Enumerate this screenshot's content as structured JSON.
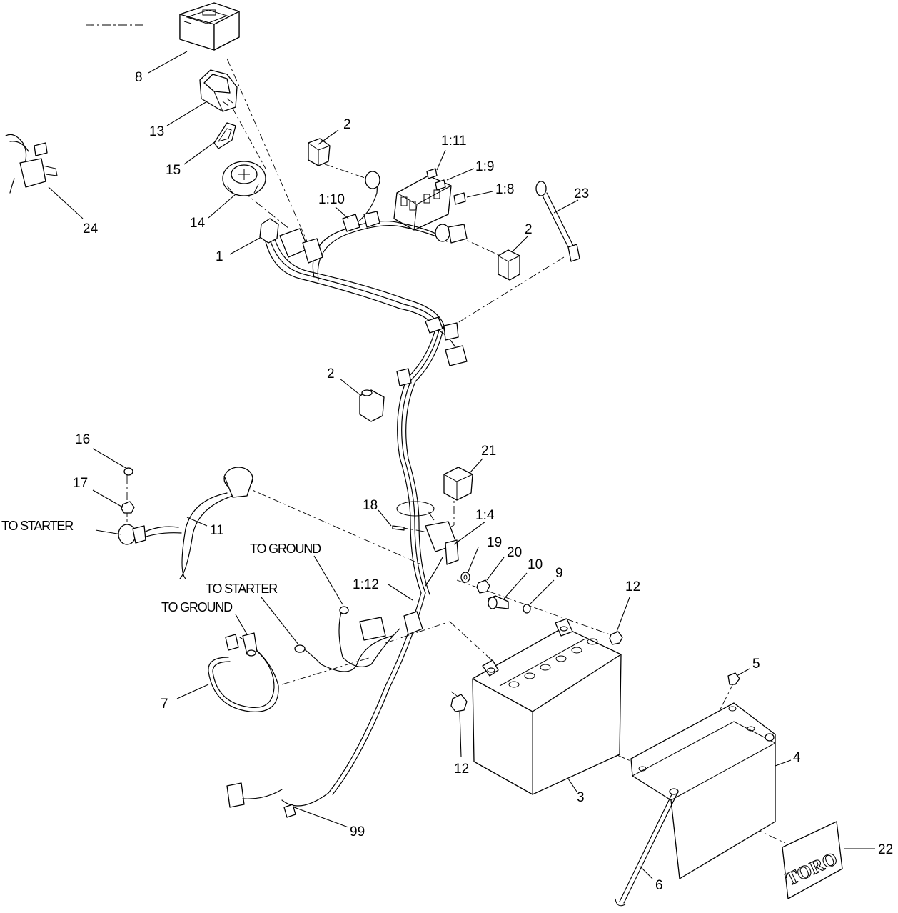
{
  "callouts": {
    "c8": "8",
    "c13": "13",
    "c15": "15",
    "c14": "14",
    "c1": "1",
    "c2a": "2",
    "c1_11": "1:11",
    "c1_9": "1:9",
    "c1_8": "1:8",
    "c23": "23",
    "c1_10": "1:10",
    "c2b": "2",
    "c24": "24",
    "c2c": "2",
    "c16": "16",
    "c17": "17",
    "c11": "11",
    "c21": "21",
    "c18": "18",
    "c1_4": "1:4",
    "c19": "19",
    "c20": "20",
    "c10": "10",
    "c9": "9",
    "c12a": "12",
    "c1_12": "1:12",
    "c7": "7",
    "c5": "5",
    "c12b": "12",
    "c4": "4",
    "c3": "3",
    "c99": "99",
    "c22": "22",
    "c6": "6"
  },
  "annotations": {
    "to_starter_a": "TO STARTER",
    "to_ground_a": "TO GROUND",
    "to_starter_b": "TO STARTER",
    "to_ground_b": "TO GROUND"
  },
  "decal": {
    "brand": "TORO"
  }
}
